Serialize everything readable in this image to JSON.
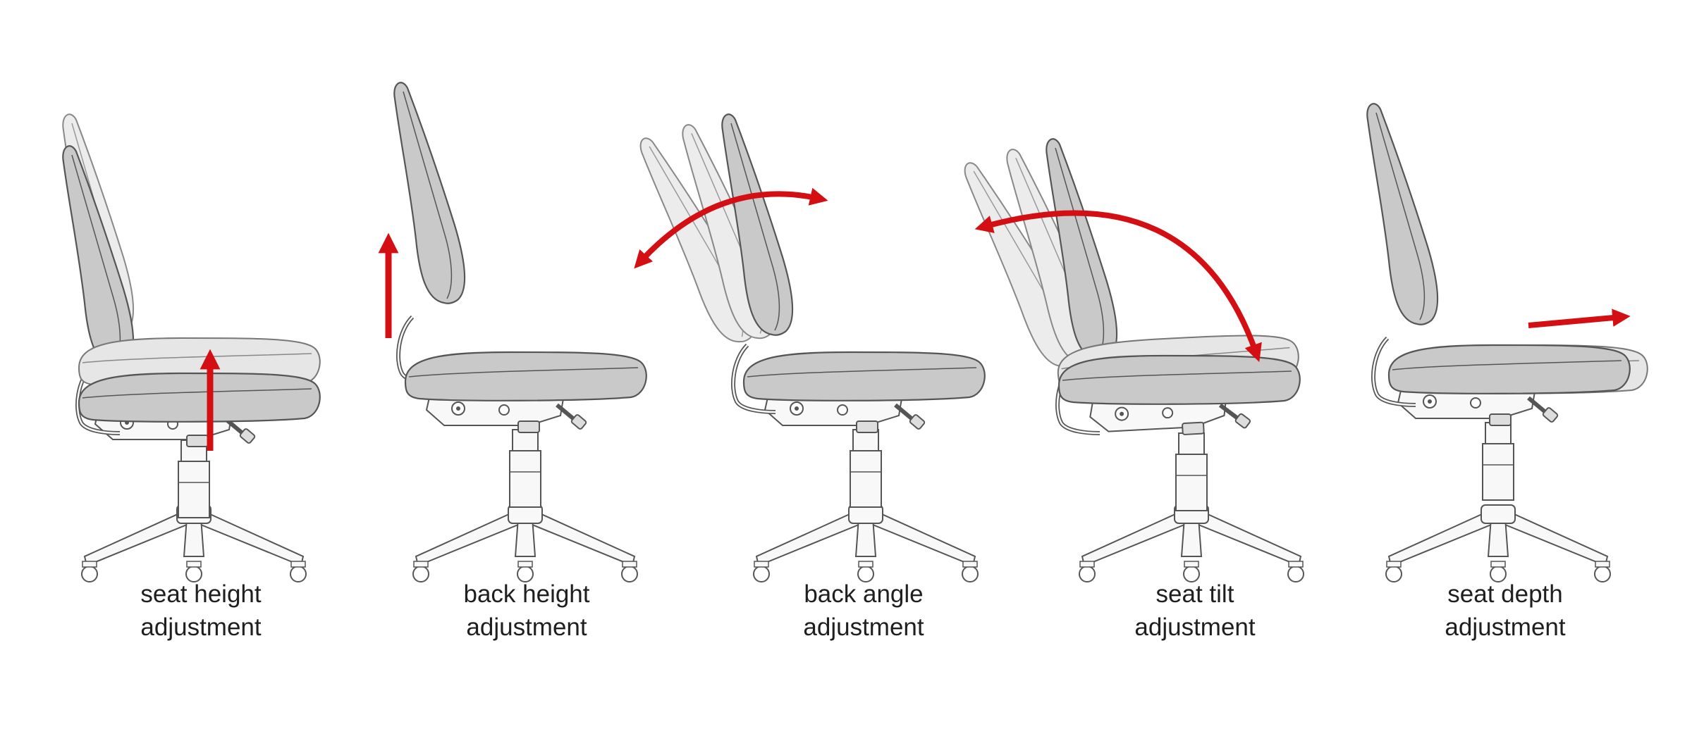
{
  "colors": {
    "cushion": "#c9c9c9",
    "cushion_ghost": "#e6e6e6",
    "outline": "#555555",
    "frame": "#f8f8f8",
    "arrow": "#d40f14"
  },
  "panels": [
    {
      "id": "seat-height",
      "line1": "seat height",
      "line2": "adjustment"
    },
    {
      "id": "back-height",
      "line1": "back height",
      "line2": "adjustment"
    },
    {
      "id": "back-angle",
      "line1": "back angle",
      "line2": "adjustment"
    },
    {
      "id": "seat-tilt",
      "line1": "seat tilt",
      "line2": "adjustment"
    },
    {
      "id": "seat-depth",
      "line1": "seat depth",
      "line2": "adjustment"
    }
  ]
}
